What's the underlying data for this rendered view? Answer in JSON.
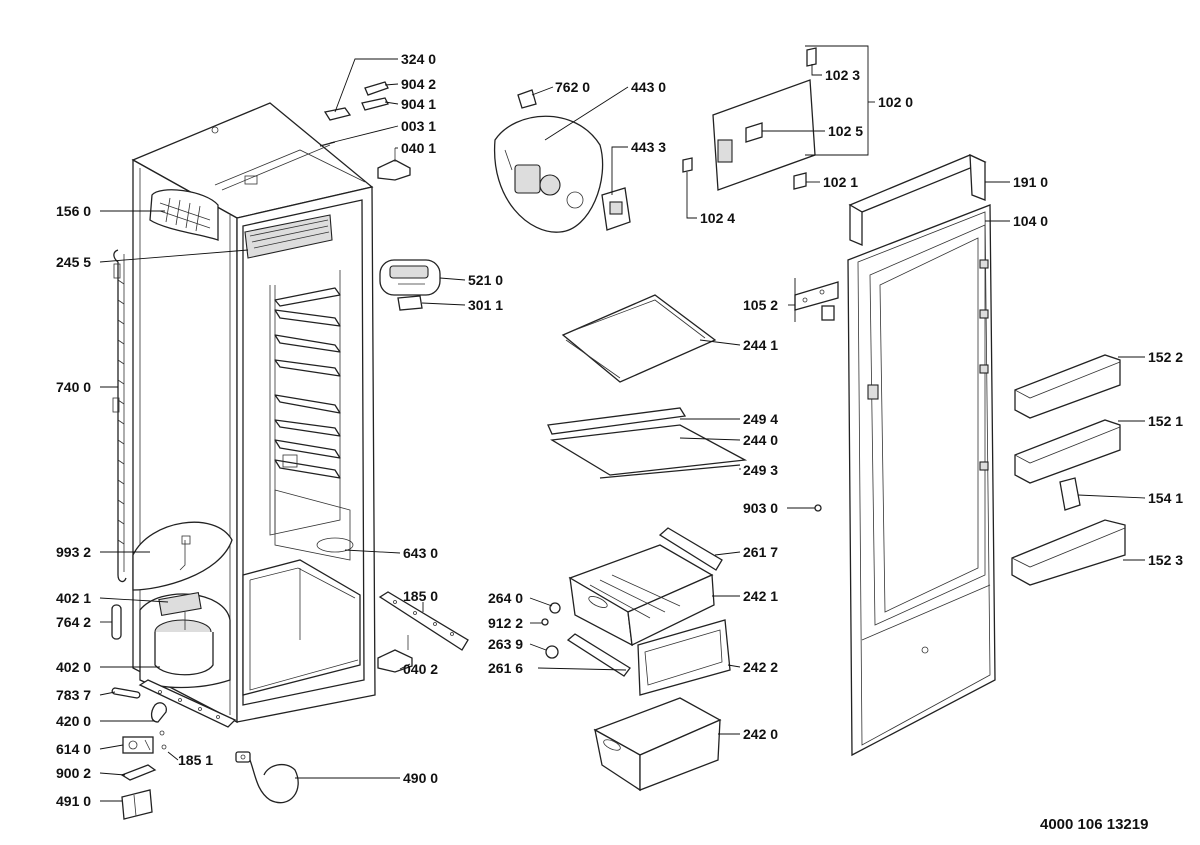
{
  "diagram": {
    "labels": {
      "p3240": "324 0",
      "p9042": "904 2",
      "p9041": "904 1",
      "p0031": "003 1",
      "p0401": "040 1",
      "p1560": "156 0",
      "p2455": "245 5",
      "p5210": "521 0",
      "p3011": "301 1",
      "p7400": "740 0",
      "p9932": "993 2",
      "p4021": "402 1",
      "p7642": "764 2",
      "p4020": "402 0",
      "p7837": "783 7",
      "p4200": "420 0",
      "p6140": "614 0",
      "p9002": "900 2",
      "p4910": "491 0",
      "p1851": "185 1",
      "p4900": "490 0",
      "p6430": "643 0",
      "p1850": "185 0",
      "p0402": "040 2",
      "p7620": "762 0",
      "p4430": "443 0",
      "p4433": "443 3",
      "p1024": "102 4",
      "p1023": "102 3",
      "p1020": "102 0",
      "p1025": "102 5",
      "p1021": "102 1",
      "p1910": "191 0",
      "p1040": "104 0",
      "p1052": "105 2",
      "p2441": "244 1",
      "p2494": "249 4",
      "p2440": "244 0",
      "p2493": "249 3",
      "p9030": "903 0",
      "p2617": "261 7",
      "p2640": "264 0",
      "p9122": "912 2",
      "p2639": "263 9",
      "p2616": "261 6",
      "p2421": "242 1",
      "p2422": "242 2",
      "p2420": "242 0",
      "p1522": "152 2",
      "p1521": "152 1",
      "p1541": "154 1",
      "p1523": "152 3"
    },
    "document_number": "4000 106 13219"
  }
}
